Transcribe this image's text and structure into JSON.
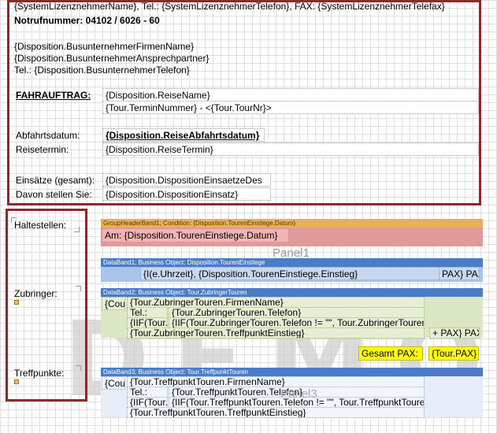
{
  "header": {
    "line1": "{SystemLizenznehmerName}, Tel.: {SystemLizenznehmerTelefon}, FAX: {SystemLizenznehmerTelefax}",
    "notruf": "Notrufnummer: 04102 / 6026 - 60",
    "bu_name": "{Disposition.BusunternehmerFirmenName}",
    "bu_ap": "{Disposition.BusunternehmerAnsprechpartner}",
    "bu_tel": "Tel.: {Disposition.BusunternehmerTelefon}",
    "fahrauftrag_label": "FAHRAUFTRAG:",
    "reisename": "{Disposition.ReiseName}",
    "terminnummer": "{Tour.TerminNummer} - <{Tour.TourNr}>",
    "abfahrt_label": "Abfahrtsdatum:",
    "abfahrt_value": "{Disposition.ReiseAbfahrtsdatum}",
    "reisetermin_label": "Reisetermin:",
    "reisetermin_value": "{Disposition.ReiseTermin}",
    "einsaetze_label": "Einsätze (gesamt):",
    "einsaetze_value": "{Disposition.DispositionEinsaetzeDes",
    "davon_label": "Davon stellen Sie:",
    "davon_value": "{Disposition.DispositionEinsatz}"
  },
  "side_labels": {
    "haltestellen": "Haltestellen:",
    "zubringer": "Zubringer:",
    "treffpunkte": "Treffpunkte:"
  },
  "group_header": {
    "title": "GroupHeaderBand1; Condition: {Disposition.TourenEinstiege.Datum}",
    "value": "Am: {Disposition.TourenEinstiege.Datum}"
  },
  "panel1": "Panel1",
  "panel3": "Panel3",
  "databand1": {
    "title": "DataBand1; Business Object: Disposition.TourenEinstiege",
    "value": "{I(e.Uhrzeit}, {Disposition.TourenEinstiege.Einstieg}",
    "pax": "PAX} PAX"
  },
  "databand2": {
    "title": "DataBand2; Business Object: Tour.ZubringerTouren",
    "cou": "{Cou",
    "firmenname": "{Tour.ZubringerTouren.FirmenName}",
    "tel_label": "Tel.:",
    "telefon": "{Tour.ZubringerTouren.Telefon}",
    "iif_short": "{IIF(Tour.Z",
    "iif_long": "{IIF(Tour.ZubringerTouren.Telefon != \"\", Tour.ZubringerTouren.Telefo",
    "treffpunkt": "{Tour.ZubringerTouren.TreffpunktEinstieg}",
    "pax": "+ PAX} PAX"
  },
  "gesamt": {
    "label": "Gesamt PAX:",
    "value": "{Tour.PAX}"
  },
  "databand3": {
    "title": "DataBand3; Business Object: Tour.TreffpunktTouren",
    "cou": "{Cou",
    "firmenname": "{Tour.TreffpunktTouren.FirmenName}",
    "tel_label": "Tel.:",
    "telefon": "{Tour.TreffpunktTouren.Telefon}",
    "iif_short": "{IIF(Tour.T",
    "iif_long": "{IIF(Tour.TreffpunktTouren.Telefon != \"\", Tour.TreffpunktTouren.Telef",
    "treffpunkt": "{Tour.TreffpunktTouren.TreffpunktEinstieg}"
  },
  "watermark": "DEMO",
  "colors": {
    "frame": "#8b2a2a",
    "group_header": "#e09a9a",
    "databand1": "#a9c4e8",
    "databand2": "#dbe7c4",
    "databand3": "#e8eef9",
    "highlight": "#ffff00"
  }
}
